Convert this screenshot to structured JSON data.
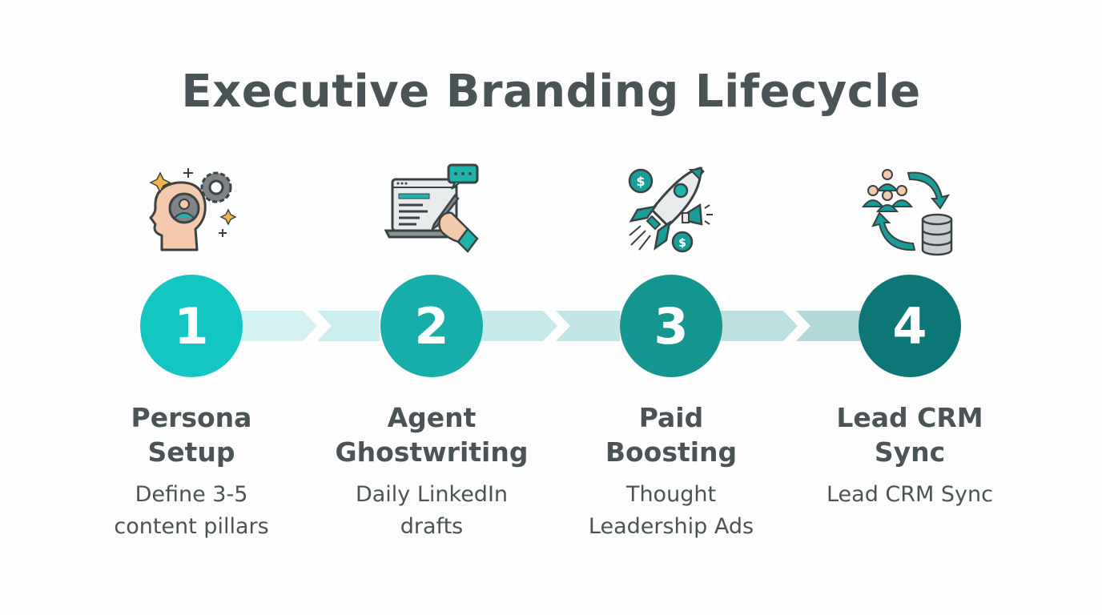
{
  "title": "Executive Branding Lifecycle",
  "colors": {
    "step1": "#14c6c1",
    "step2": "#17aeaa",
    "step3": "#15958f",
    "step4": "#0d7677",
    "track_light": "#d3f1f1",
    "track_mid": "#c2e5e5",
    "track_dark": "#b3d8d8",
    "text": "#4a5355"
  },
  "steps": [
    {
      "number": "1",
      "title_line1": "Persona",
      "title_line2": "Setup",
      "desc_line1": "Define 3-5",
      "desc_line2": "content pillars",
      "icon": "head-gear-persona-icon"
    },
    {
      "number": "2",
      "title_line1": "Agent",
      "title_line2": "Ghostwriting",
      "desc_line1": "Daily LinkedIn",
      "desc_line2": "drafts",
      "icon": "laptop-writing-hand-icon"
    },
    {
      "number": "3",
      "title_line1": "Paid",
      "title_line2": "Boosting",
      "desc_line1": "Thought",
      "desc_line2": "Leadership Ads",
      "icon": "rocket-dollar-megaphone-icon"
    },
    {
      "number": "4",
      "title_line1": "Lead CRM",
      "title_line2": "Sync",
      "desc_line1": "Lead CRM Sync",
      "desc_line2": "",
      "icon": "people-database-sync-icon"
    }
  ]
}
